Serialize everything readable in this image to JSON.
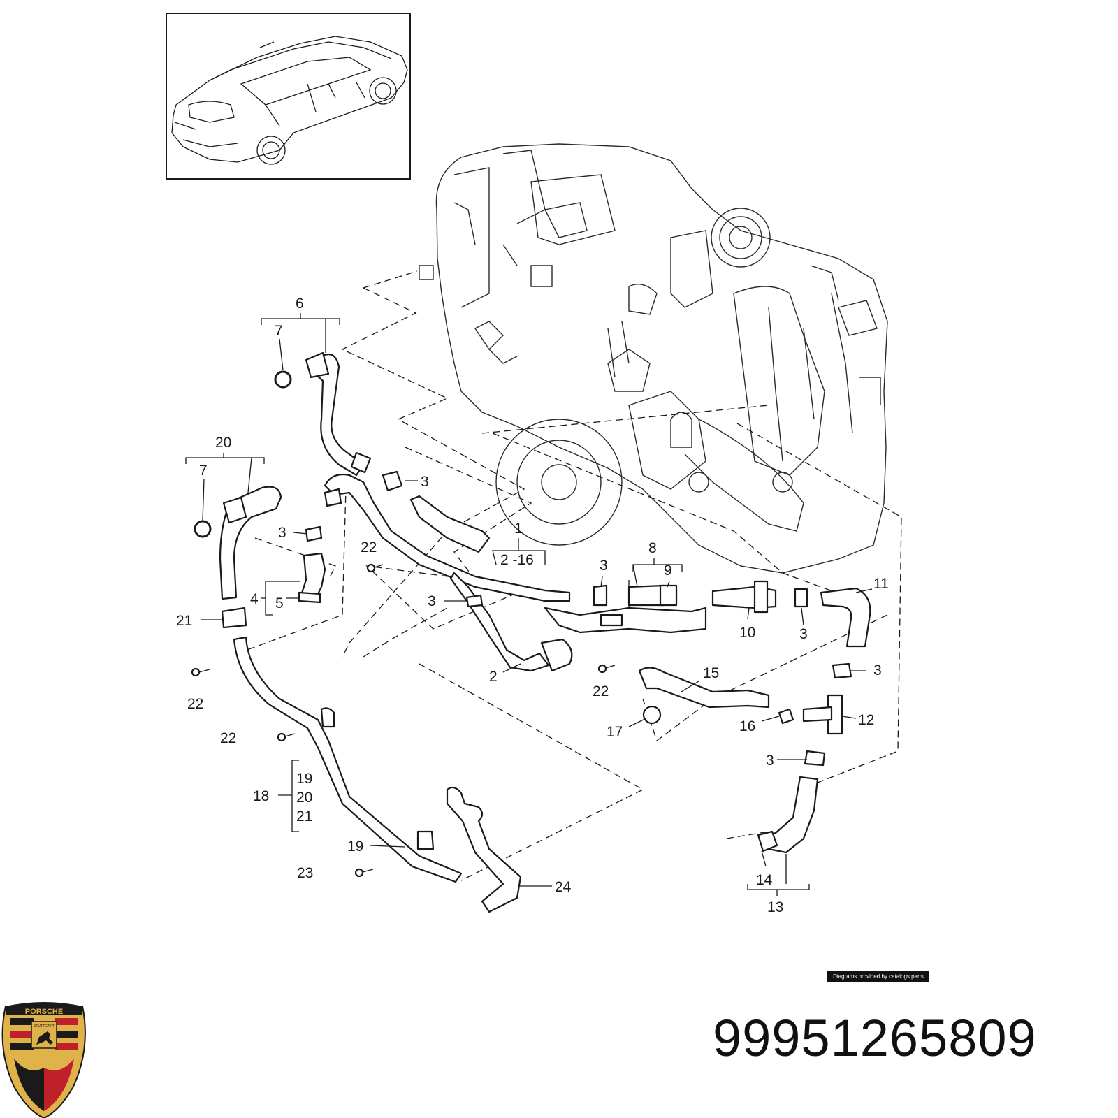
{
  "labels": {
    "c1": "1",
    "c1_range": "2 -16",
    "c2": "2",
    "c3a": "3",
    "c3b": "3",
    "c3c": "3",
    "c3d": "3",
    "c3e": "3",
    "c3f": "3",
    "c3g": "3",
    "c4": "4",
    "c5": "5",
    "c6": "6",
    "c7a": "7",
    "c7b": "7",
    "c8": "8",
    "c9": "9",
    "c10": "10",
    "c11": "11",
    "c12": "12",
    "c13": "13",
    "c14": "14",
    "c15": "15",
    "c16": "16",
    "c17": "17",
    "c18": "18",
    "c18_sub1": "19",
    "c18_sub2": "20",
    "c18_sub3": "21",
    "c19": "19",
    "c20": "20",
    "c21": "21",
    "c22a": "22",
    "c22b": "22",
    "c22c": "22",
    "c22d": "22",
    "c23": "23",
    "c24": "24"
  },
  "credit": "Diagrams provided by catalogs parts",
  "part_number": "99951265809",
  "logo": {
    "word": "PORSCHE",
    "city": "STUTTGART"
  }
}
